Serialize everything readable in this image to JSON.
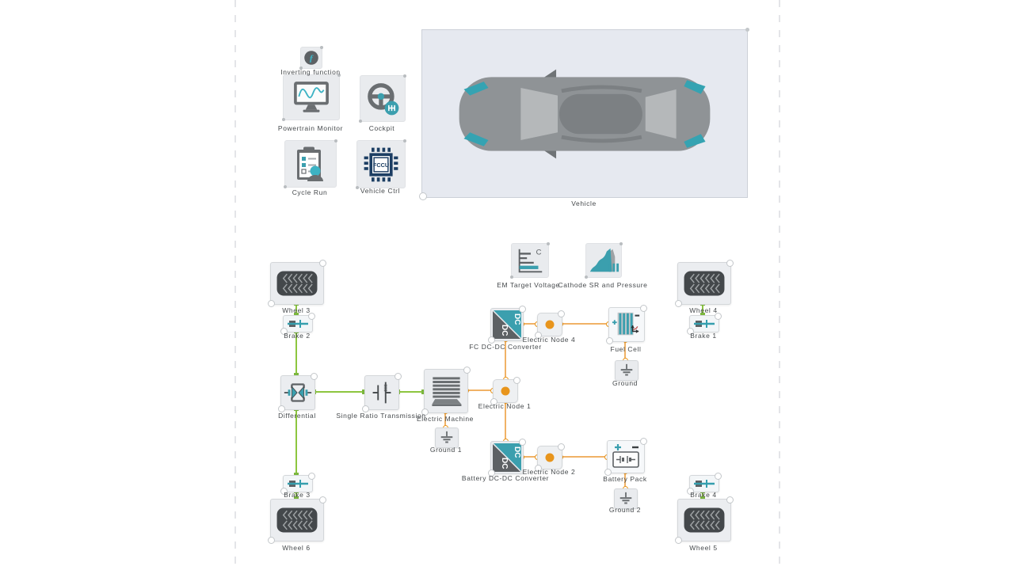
{
  "labels": {
    "inverting_function": "Inverting function",
    "inverting_glyph": "ƒ",
    "powertrain_monitor": "Powertrain Monitor",
    "cockpit": "Cockpit",
    "cycle_run": "Cycle Run",
    "vehicle_ctrl": "Vehicle Ctrl",
    "fccu": "FCCU",
    "vehicle": "Vehicle",
    "em_target_voltage": "EM Target Voltage",
    "em_axis_c": "C",
    "cathode_sr_and_pressure": "Cathode SR and Pressure",
    "wheel_3": "Wheel 3",
    "brake_2": "Brake 2",
    "wheel_4": "Wheel 4",
    "brake_1": "Brake 1",
    "fc_dc_dc_converter": "FC DC-DC Converter",
    "electric_node_4": "Electric Node 4",
    "fuel_cell": "Fuel Cell",
    "ground": "Ground",
    "differential": "Differential",
    "single_ratio_transmission": "Single Ratio Transmission",
    "electric_machine": "Electric Machine",
    "electric_node_1": "Electric Node 1",
    "ground_1": "Ground 1",
    "battery_dc_dc_converter": "Battery DC-DC Converter",
    "electric_node_2": "Electric Node 2",
    "battery_pack": "Battery Pack",
    "ground_2": "Ground 2",
    "brake_3": "Brake 3",
    "wheel_6": "Wheel 6",
    "brake_4": "Brake 4",
    "wheel_5": "Wheel 5",
    "dc": "DC"
  },
  "colors": {
    "teal_accent": "#359fae",
    "mechanical_wire_green": "#8dc63f",
    "electrical_wire_orange": "#f0b266",
    "node_dot_orange": "#e8951c",
    "icon_dark_gray": "#5d6164",
    "chip_navy": "#1c3e63",
    "vehicle_panel_bg": "#e6e9f0",
    "component_box_bg": "#ebedf0",
    "canvas_bg": "#ffffff"
  }
}
